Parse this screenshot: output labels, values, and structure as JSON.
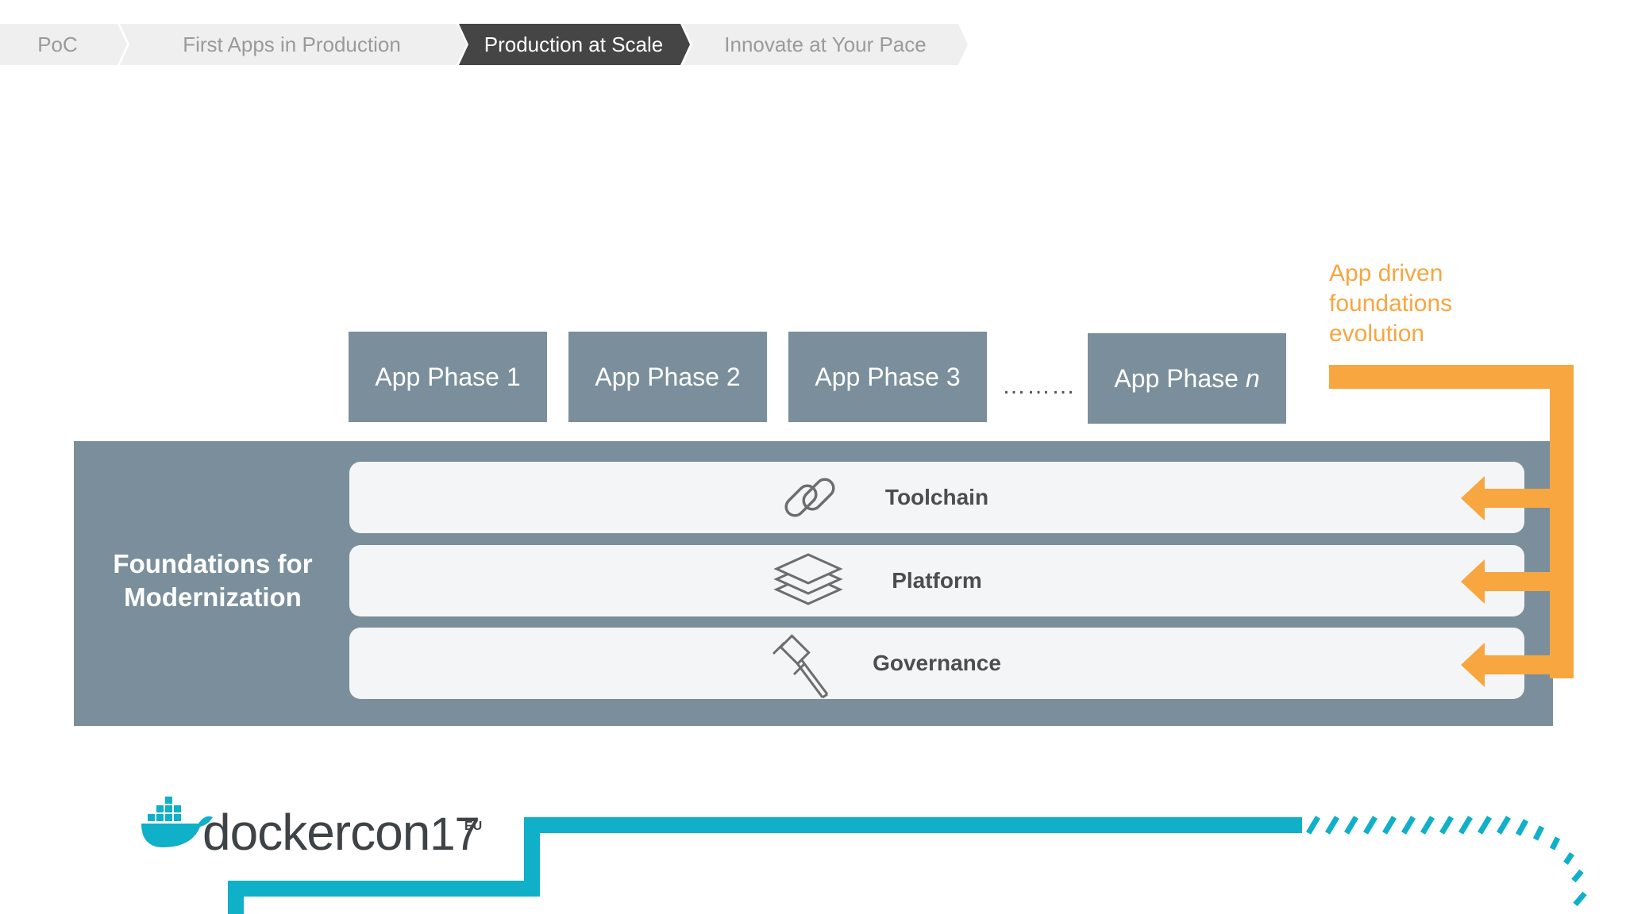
{
  "breadcrumb": {
    "items": [
      {
        "label": "PoC",
        "active": false
      },
      {
        "label": "First Apps in Production",
        "active": false
      },
      {
        "label": "Production at Scale",
        "active": true
      },
      {
        "label": "Innovate at Your Pace",
        "active": false
      }
    ]
  },
  "phases": {
    "p1": "App Phase 1",
    "p2": "App Phase 2",
    "p3": "App Phase 3",
    "ellipsis": "………",
    "pn_prefix": "App Phase ",
    "pn_var": "n"
  },
  "foundations": {
    "title_line1": "Foundations for",
    "title_line2": "Modernization",
    "layers": [
      {
        "label": "Toolchain",
        "icon": "chain-link-icon"
      },
      {
        "label": "Platform",
        "icon": "layers-stack-icon"
      },
      {
        "label": "Governance",
        "icon": "gavel-icon"
      }
    ]
  },
  "evolution": {
    "line1": "App driven",
    "line2": "foundations",
    "line3": "evolution"
  },
  "logo": {
    "wordmark": "dockercon",
    "version": "17",
    "region": "EU"
  },
  "colors": {
    "phase_box": "#7a8f9b",
    "crumb_active": "#454545",
    "crumb_inactive": "#efefef",
    "accent_orange": "#f7a640",
    "docker_teal": "#0fb0c8"
  }
}
